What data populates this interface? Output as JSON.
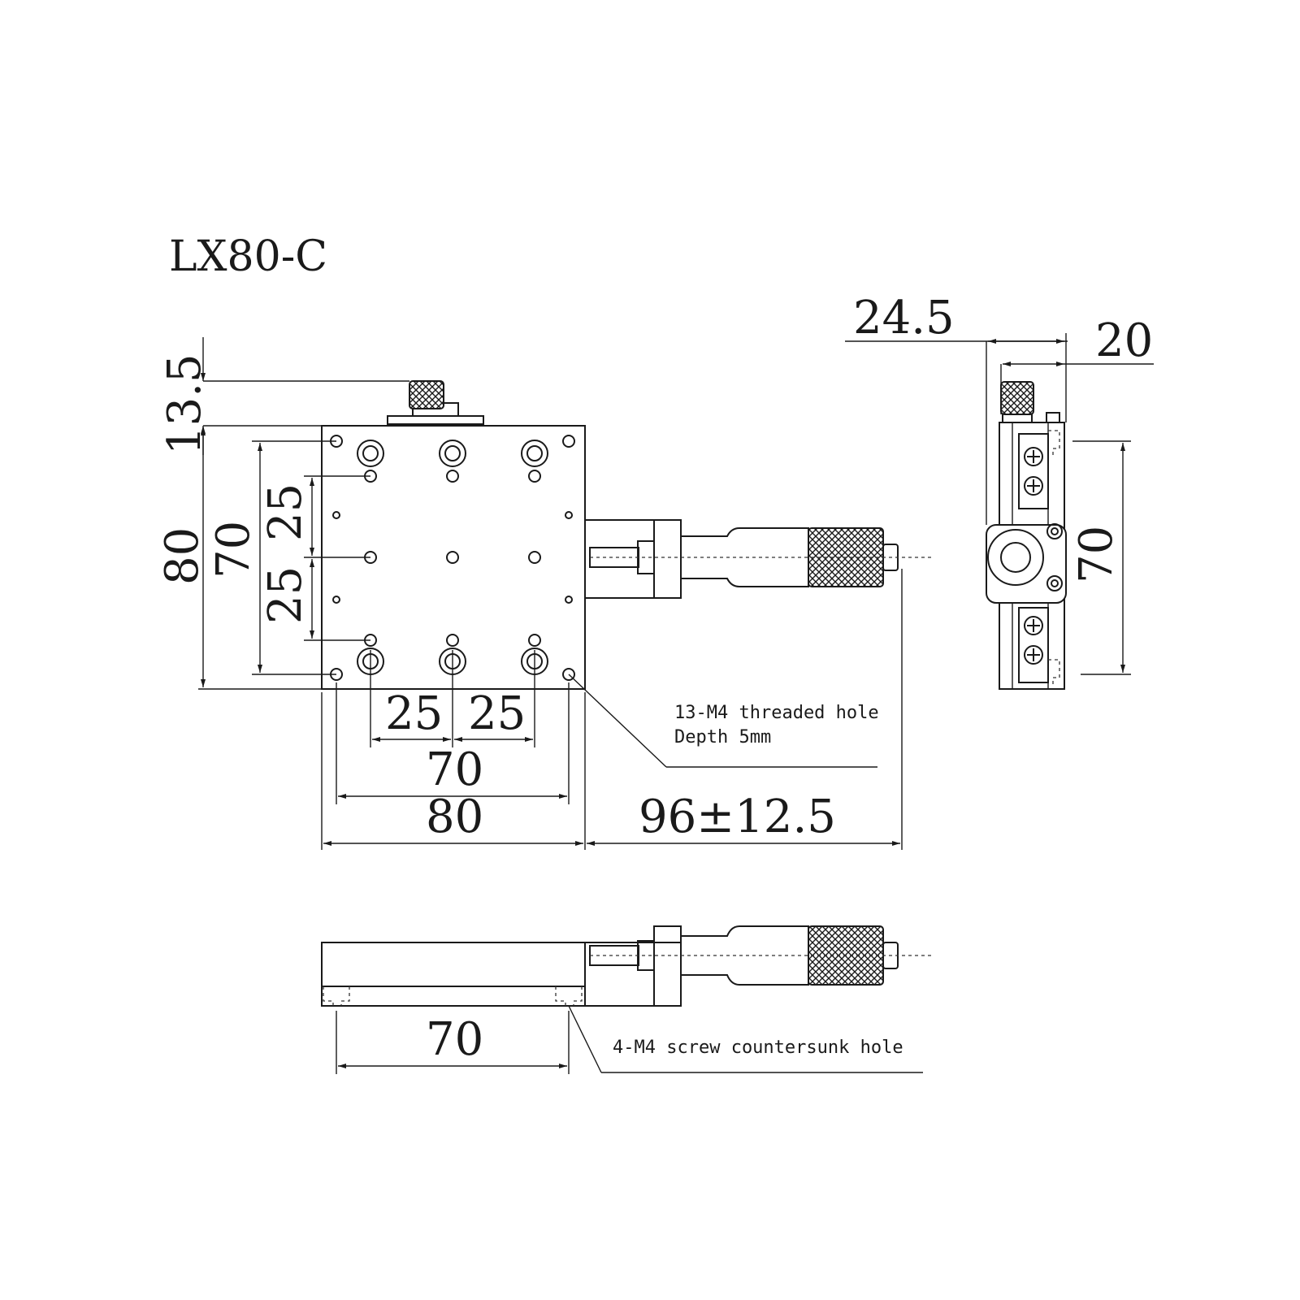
{
  "title": "LX80-C",
  "dimensions": {
    "top_height": "13.5",
    "left_overall": "80",
    "left_holes": "70",
    "left_upper_pitch": "25",
    "left_lower_pitch": "25",
    "bottom_pitch_left": "25",
    "bottom_pitch_right": "25",
    "bottom_holes": "70",
    "bottom_overall": "80",
    "micrometer_travel": "96±12.5",
    "side_overall": "24.5",
    "side_body": "20",
    "side_height": "70",
    "base_holes": "70"
  },
  "notes": {
    "threaded_line1": "13-M4 threaded hole",
    "threaded_line2": "Depth 5mm",
    "countersunk": "4-M4 screw countersunk hole"
  }
}
